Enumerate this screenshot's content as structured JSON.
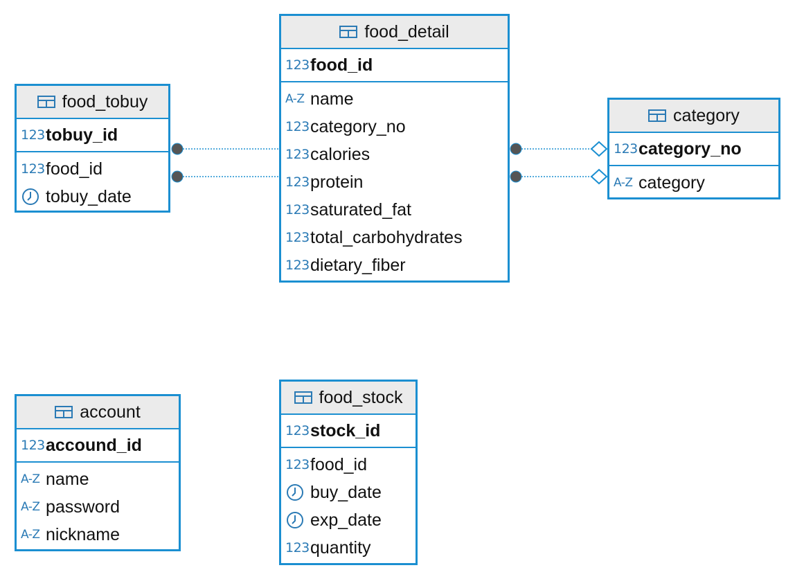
{
  "entities": [
    {
      "id": "food_detail",
      "name": "food_detail",
      "pk": {
        "name": "food_id",
        "type": "123"
      },
      "columns": [
        {
          "name": "name",
          "type": "A-Z"
        },
        {
          "name": "category_no",
          "type": "123"
        },
        {
          "name": "calories",
          "type": "123"
        },
        {
          "name": "protein",
          "type": "123"
        },
        {
          "name": "saturated_fat",
          "type": "123"
        },
        {
          "name": "total_carbohydrates",
          "type": "123"
        },
        {
          "name": "dietary_fiber",
          "type": "123"
        }
      ]
    },
    {
      "id": "food_tobuy",
      "name": "food_tobuy",
      "pk": {
        "name": "tobuy_id",
        "type": "123"
      },
      "columns": [
        {
          "name": "food_id",
          "type": "123"
        },
        {
          "name": "tobuy_date",
          "type": "clock"
        }
      ]
    },
    {
      "id": "category",
      "name": "category",
      "pk": {
        "name": "category_no",
        "type": "123"
      },
      "columns": [
        {
          "name": "category",
          "type": "A-Z"
        }
      ]
    },
    {
      "id": "account",
      "name": "account",
      "pk": {
        "name": "accound_id",
        "type": "123"
      },
      "columns": [
        {
          "name": "name",
          "type": "A-Z"
        },
        {
          "name": "password",
          "type": "A-Z"
        },
        {
          "name": "nickname",
          "type": "A-Z"
        }
      ]
    },
    {
      "id": "food_stock",
      "name": "food_stock",
      "pk": {
        "name": "stock_id",
        "type": "123"
      },
      "columns": [
        {
          "name": "food_id",
          "type": "123"
        },
        {
          "name": "buy_date",
          "type": "clock"
        },
        {
          "name": "exp_date",
          "type": "clock"
        },
        {
          "name": "quantity",
          "type": "123"
        }
      ]
    }
  ],
  "relationships": [
    {
      "from": "food_tobuy",
      "to": "food_detail",
      "style": "dotted",
      "end_from": "filled-circle",
      "end_to": "none"
    },
    {
      "from": "food_tobuy",
      "to": "food_detail",
      "style": "dotted",
      "end_from": "filled-circle",
      "end_to": "none"
    },
    {
      "from": "food_detail",
      "to": "category",
      "style": "dotted",
      "end_from": "filled-circle",
      "end_to": "hollow-diamond"
    },
    {
      "from": "food_detail",
      "to": "category",
      "style": "dotted",
      "end_from": "filled-circle",
      "end_to": "hollow-diamond"
    }
  ],
  "colors": {
    "border": "#1b8fd1",
    "header_bg": "#ebebeb",
    "type_icon": "#2a7ab5",
    "link": "#1b8fd1",
    "end_dot": "#555555"
  }
}
